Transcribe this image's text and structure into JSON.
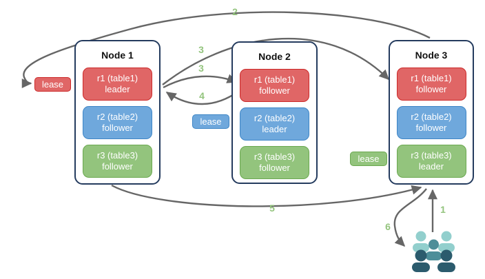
{
  "diagram": {
    "nodes": [
      {
        "title": "Node 1",
        "replicas": [
          {
            "label": "r1 (table1)",
            "role": "leader",
            "color": "red"
          },
          {
            "label": "r2 (table2)",
            "role": "follower",
            "color": "blue"
          },
          {
            "label": "r3 (table3)",
            "role": "follower",
            "color": "green"
          }
        ]
      },
      {
        "title": "Node 2",
        "replicas": [
          {
            "label": "r1 (table1)",
            "role": "follower",
            "color": "red"
          },
          {
            "label": "r2 (table2)",
            "role": "leader",
            "color": "blue"
          },
          {
            "label": "r3 (table3)",
            "role": "follower",
            "color": "green"
          }
        ]
      },
      {
        "title": "Node 3",
        "replicas": [
          {
            "label": "r1 (table1)",
            "role": "follower",
            "color": "red"
          },
          {
            "label": "r2 (table2)",
            "role": "follower",
            "color": "blue"
          },
          {
            "label": "r3 (table3)",
            "role": "leader",
            "color": "green"
          }
        ]
      }
    ],
    "leases": [
      {
        "label": "lease",
        "color": "red"
      },
      {
        "label": "lease",
        "color": "blue"
      },
      {
        "label": "lease",
        "color": "green"
      }
    ],
    "step_labels": {
      "step1": "1",
      "step2": "2",
      "step3a": "3",
      "step3b": "3",
      "step4": "4",
      "step5": "5",
      "step6": "6"
    },
    "icons": {
      "users": "users-icon"
    },
    "colors": {
      "red_fill": "#e06666",
      "red_border": "#cc2929",
      "blue_fill": "#6fa8dc",
      "blue_border": "#3d85c6",
      "green_fill": "#93c47d",
      "green_border": "#6aa84f",
      "node_border": "#243b5e",
      "arrow": "#666666",
      "step_label": "#93c47d",
      "users_light": "#92cfcd",
      "users_medium": "#4d8e99",
      "users_dark": "#2b5b6d"
    }
  }
}
